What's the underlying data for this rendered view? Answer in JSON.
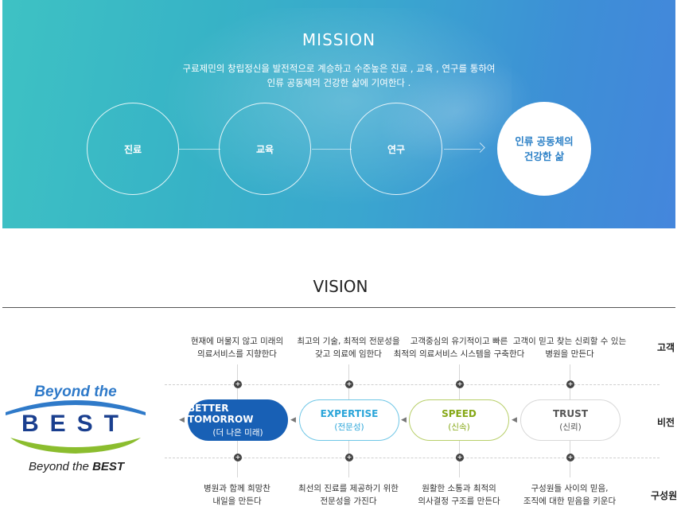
{
  "mission": {
    "title": "MISSION",
    "description_line1": "구료제민의 창립정신을 발전적으로 계승하고 수준높은 진료 , 교육 , 연구를 통하여",
    "description_line2": "인류 공동체의 건강한 삶에 기여한다 .",
    "circles": [
      "진료",
      "교육",
      "연구"
    ],
    "goal_line1": "인류 공동체의",
    "goal_line2": "건강한 삶"
  },
  "vision": {
    "title": "VISION",
    "logo": {
      "text_top": "Beyond the",
      "text_main": "BEST",
      "caption_a": "Beyond the ",
      "caption_b": "BEST"
    },
    "values": [
      {
        "en": "BETTER TOMORROW",
        "ko": "(더 나은 미래)",
        "top1": "현재에 머물지 않고 미래의",
        "top2": "의료서비스를 지향한다",
        "bot1": "병원과 함께 희망찬",
        "bot2": "내일을 만든다"
      },
      {
        "en": "EXPERTISE",
        "ko": "(전문성)",
        "top1": "최고의 기술, 최적의 전문성을",
        "top2": "갖고 의료에 임한다",
        "bot1": "최선의 진료를 제공하기 위한",
        "bot2": "전문성을 가진다"
      },
      {
        "en": "SPEED",
        "ko": "(신속)",
        "top1": "고객중심의 유기적이고 빠른",
        "top2": "최적의 의료서비스 시스템을 구축한다",
        "bot1": "원활한 소통과 최적의",
        "bot2": "의사결정 구조를 만든다"
      },
      {
        "en": "TRUST",
        "ko": "(신뢰)",
        "top1": "고객이 믿고 찾는 신뢰할 수 있는",
        "top2": "병원을 만든다",
        "bot1": "구성원들 사이의 믿음,",
        "bot2": "조직에 대한 믿음을 키운다"
      }
    ],
    "side_labels": {
      "top": "고객",
      "middle": "비전",
      "bottom": "구성원"
    },
    "colors": {
      "navy": "#1860b5",
      "sky": "#2aa5d9",
      "green": "#86a817",
      "gray": "#555555"
    }
  }
}
